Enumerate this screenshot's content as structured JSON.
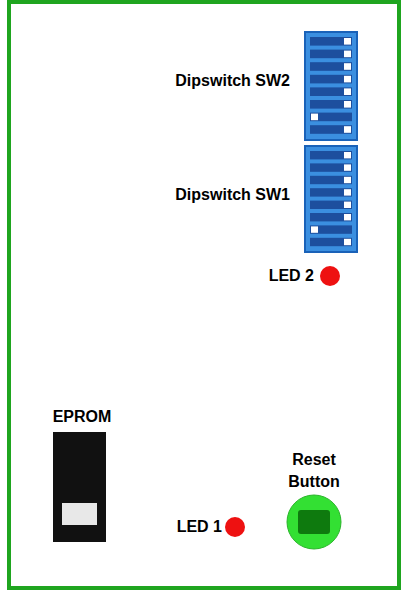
{
  "diagram": {
    "labels": [
      "Dipswitch SW2",
      "Dipswitch SW1",
      "LED 2",
      "EPROM",
      "LED 1",
      "Reset Button"
    ]
  }
}
